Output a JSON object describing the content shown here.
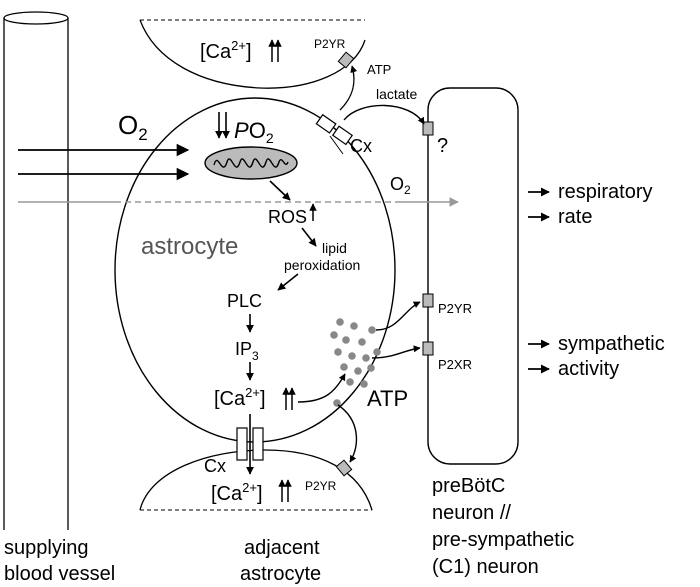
{
  "labels": {
    "o2_left": "O",
    "o2_sub": "2",
    "po2_p": "P",
    "po2_o": "O",
    "po2_sub": "2",
    "ros": "ROS",
    "astrocyte": "astrocyte",
    "lipid_1": "lipid",
    "lipid_2": "peroxidation",
    "plc": "PLC",
    "ip3": "IP",
    "ip3_sub": "3",
    "ca_mid": "[Ca",
    "ca_sup": "2+",
    "ca_close": "]",
    "atp_big": "ATP",
    "cx_top": "Cx",
    "cx_bottom": "Cx",
    "ca_top": "[Ca",
    "ca_top_sup": "2+",
    "ca_top_close": "]",
    "p2yr_top": "P2YR",
    "atp_small": "ATP",
    "lactate": "lactate",
    "question": "?",
    "o2_right": "O",
    "o2_right_sub": "2",
    "p2yr_neuron": "P2YR",
    "p2xr_neuron": "P2XR",
    "ca_bottom": "[Ca",
    "ca_bottom_sup": "2+",
    "ca_bottom_close": "]",
    "p2yr_bottom": "P2YR",
    "respiratory": "respiratory",
    "rate": "rate",
    "sympathetic": "sympathetic",
    "activity": "activity",
    "neuron_1": "preBötC",
    "neuron_2": "neuron //",
    "neuron_3": "pre-sympathetic",
    "neuron_4": "(C1) neuron",
    "vessel_1": "supplying",
    "vessel_2": "blood vessel",
    "adjacent_1": "adjacent",
    "adjacent_2": "astrocyte"
  },
  "colors": {
    "line": "#000000",
    "gray_arrow": "#999999",
    "vesicle": "#888888",
    "receptor": "#bbbbbb",
    "mito_fill": "#bbbbbb"
  }
}
